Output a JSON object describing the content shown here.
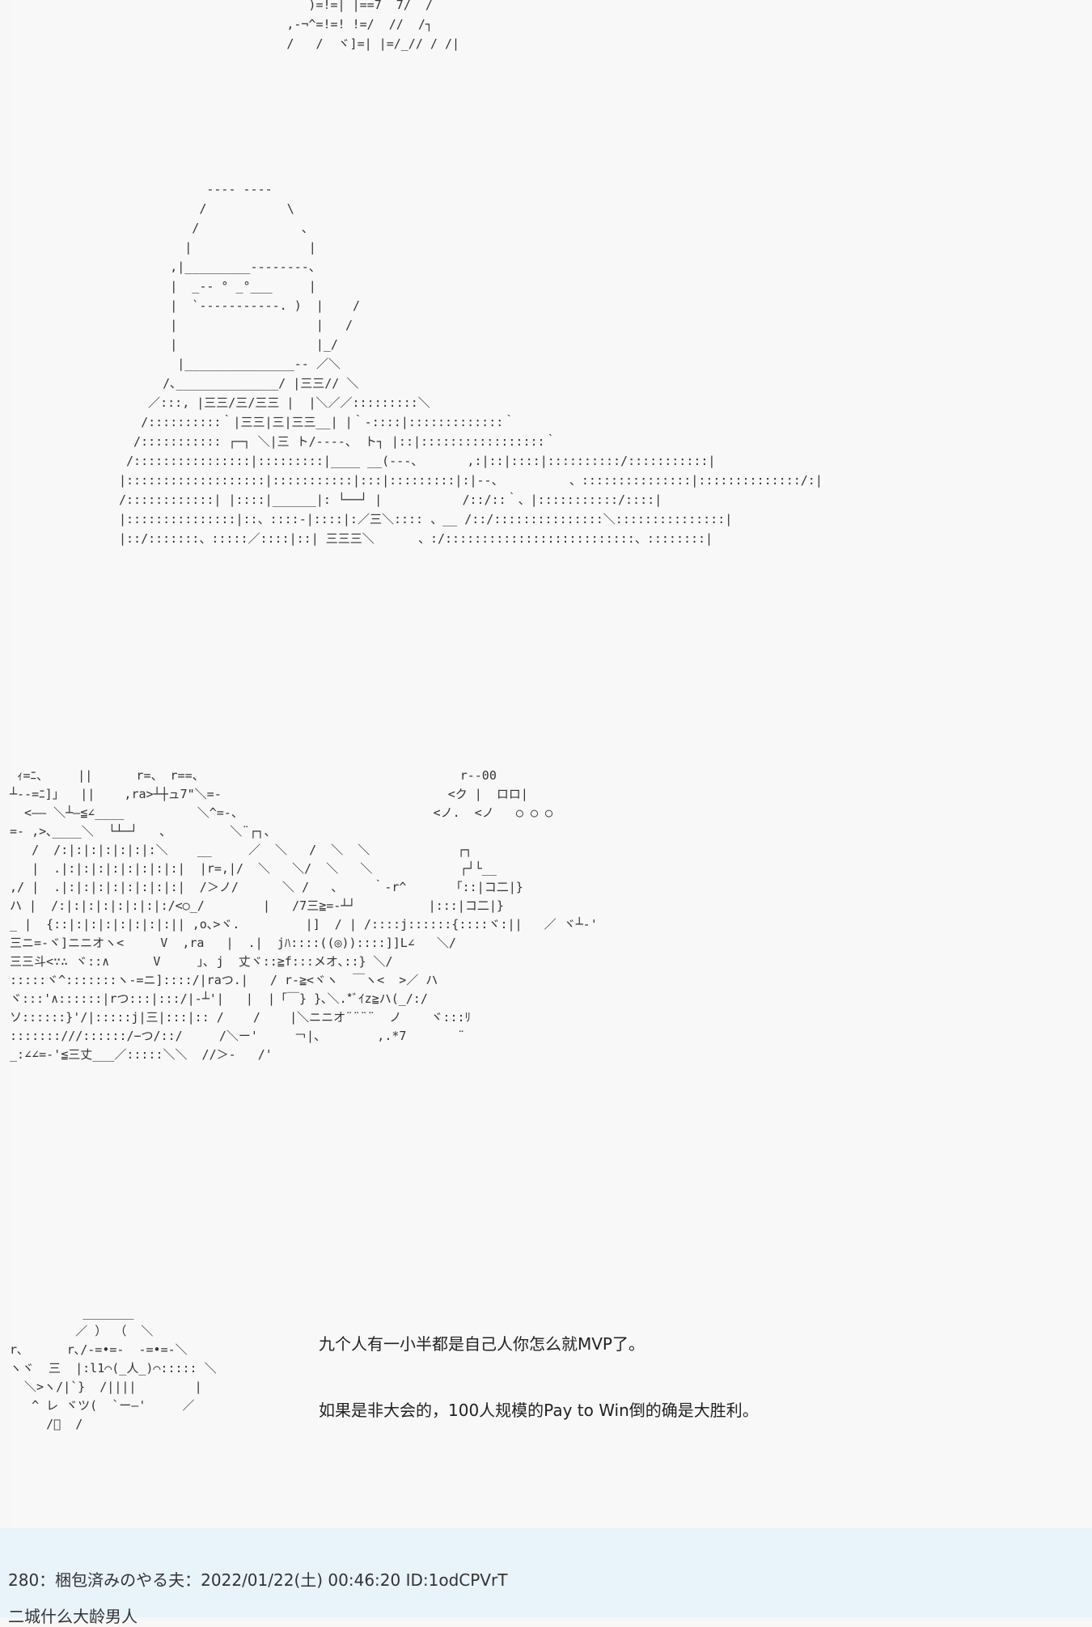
{
  "art": {
    "top_fragment": "              )=!=| |==7  7/  /\n           ,-¬^=!=! !=/  //  /┐\n           /   /  ヾ]=| |=/_// / /|",
    "figure_soldier": "            ---- ----\n           /           \\\n          /              、\n         |                |\n       ,|_________--------、\n       |  _-- ° _°___     |\n       |  `-----------. )  |    /\n       |                   |   /\n       |                   |_/\n        |_______________-- ／＼\n      /､______________/ |三三// ＼\n    ／:::, |三三/三/三三 |  |＼／／:::::::::＼\n   /::::::::::｀|三三|三|三三__| |｀-::::|:::::::::::::｀\n  /::::::::::: ┌─┐ ＼|三 ト/----、 ト┐ |::|:::::::::::::::::｀\n /::::::::::::::::|:::::::::|____ __(---、      ,:|::|::::|::::::::::/:::::::::::|\n|:::::::::::::::::::|:::::::::::|:::|:::::::::|:|--、         、:::::::::::::::|::::::::::::::/:|\n/::::::::::::| |::::|______|: └──┘ |           /::/::｀、|:::::::::::/::::|\n|:::::::::::::::|::、::::-|::::|:／三＼:::: 、__ /::/:::::::::::::::＼:::::::::::::::|\n|::/:::::::、:::::／::::|::| 三三三＼      、:/::::::::::::::::::::::::::、::::::::|",
    "figure_group": " ｨ=ﾆ、    ||      r=、 r==、                                   r--00\n┴--=ﾆ]｣   ||    ,ra>┴┼ュ7\"＼=-                               <ク |  ロロ| \n  <―― ＼┴—≦∠____          ＼^=-、                          <ノ.  <ノ   ○ ○ ○\n=- ,>､____＼  └┴─┘   、        ＼¨┌┐、\n   /  /:|:|:|:|:|:|:＼    __     ／  ＼   /  ＼  ＼            ┌┐\n   |  .|:|:|:|:|:|:|:|:|  |r=,|/  ＼   ＼/  ＼   ＼            ┌┘└__\n,/ |  .|:|:|:|:|:|:|:|:|  /＞ノ/      ＼ /   、    ｀-r^      「::|コ二|}\nハ |  /:|:|:|:|:|:|:|:/<○_/        |   /7三≧=-┴┘          |:::|コ二|}\n_ |  {::|:|:|:|:|:|:|:|| ,o､>ヾ.         |]  / | /::::j::::::{::::ヾ:||   ／ ヾ┴-'\n三ニ=-ヾ]ニニオヽ<     V  ,ra   |  .|  jﾊ::::((◎))::::]]L∠   ＼/\n三三斗<∵∴ ヾ::∧      V     ｣､ j  丈ヾ::≧f:::メオ､::} ＼/\n:::::ヾ^:::::::ヽ-=ニ]::::/|raつ.|   / r-≧<ヾヽ  ￣ヽ<  >／ ハ\nヾ:::'∧::::::|rつ:::|:::/|-┴'|   |  |「￣} }､＼.*ﾞｲz≧ハ(_/:/\nソ::::::}'/|:::::j|三|:::|:: /    /    |＼ニニオ¨¨¨¨  ノ    ヾ:::ﾘ\n:::::::///::::::/−つ/::/     /＼ー'     ￢|、       ,.*7       ¨\n_:∠∠=-'≦三丈___／:::::＼＼  //＞-   /'",
    "figure_small": "          _______\n         ／ ） （  ＼\nr､      r､/-=•=-  -=•=-＼\nヽヾ  三  |:l1⌒(_人_)⌒::::: ＼\n  ＼>ヽ/|`}  /||||        |\n   ^ レ ヾツ(  `ー―'     ／\n     /ﾞ  /"
  },
  "dialogue": {
    "line1": "九个人有一小半都是自己人你怎么就MVP了。",
    "line2": "如果是非大会的，100人规模的Pay to Win倒的确是大胜利。"
  },
  "post": {
    "header": "280：梱包済みのやる夫：2022/01/22(土) 00:46:20 ID:1odCPVrT",
    "next_line": "二城什么大龄男人"
  }
}
